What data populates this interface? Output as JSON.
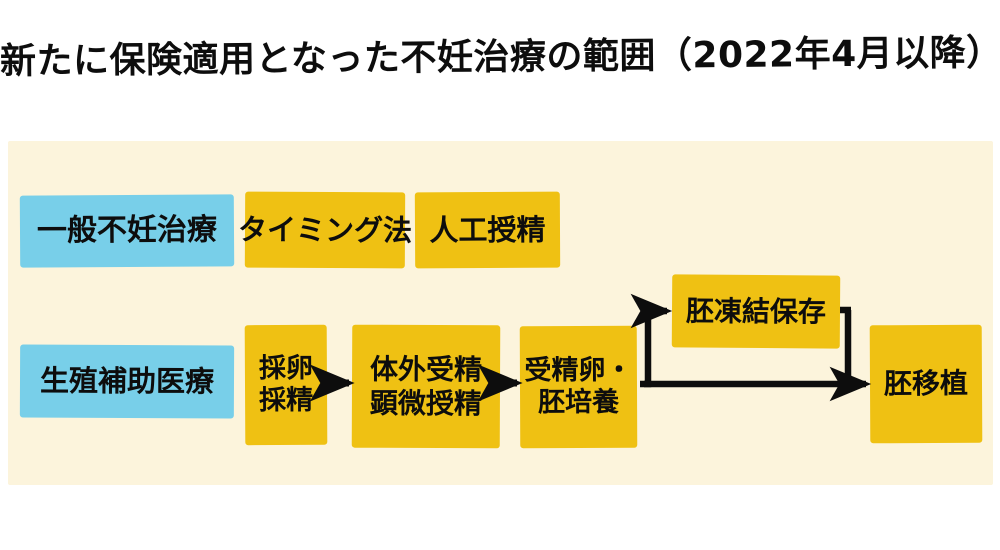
{
  "page": {
    "title": "新たに保険適用となった不妊治療の範囲（2022年4月以降）",
    "background_color": "#FFFFFF",
    "panel_color": "#FCF4DC",
    "category_color": "#78CFE9",
    "treatment_color": "#EFC113",
    "ink_color": "#0D0D0D"
  },
  "diagram": {
    "rows": [
      {
        "category": {
          "label": "一般不妊治療",
          "color": "#78CFE9"
        },
        "steps": [
          {
            "label": "タイミング法",
            "color": "#EFC113"
          },
          {
            "label": "人工授精",
            "color": "#EFC113"
          }
        ]
      },
      {
        "category": {
          "label": "生殖補助医療",
          "color": "#78CFE9"
        },
        "steps": [
          {
            "line1": "採卵",
            "line2": "採精",
            "color": "#EFC113"
          },
          {
            "line1": "体外受精",
            "line2": "顕微授精",
            "color": "#EFC113"
          },
          {
            "line1": "受精卵・",
            "line2": "胚培養",
            "color": "#EFC113"
          },
          {
            "label": "胚凍結保存",
            "color": "#EFC113"
          },
          {
            "label": "胚移植",
            "color": "#EFC113"
          }
        ]
      }
    ],
    "connectors": [
      {
        "from": "採卵採精",
        "to": "体外受精顕微授精",
        "kind": "arrow-right"
      },
      {
        "from": "体外受精顕微授精",
        "to": "受精卵・胚培養",
        "kind": "arrow-right"
      },
      {
        "from": "受精卵・胚培養",
        "to": "胚凍結保存",
        "kind": "arrow-up-right"
      },
      {
        "from": "受精卵・胚培養",
        "to": "胚移植",
        "kind": "arrow-right"
      },
      {
        "from": "胚凍結保存",
        "to": "胚移植",
        "kind": "arrow-down-right"
      }
    ]
  }
}
